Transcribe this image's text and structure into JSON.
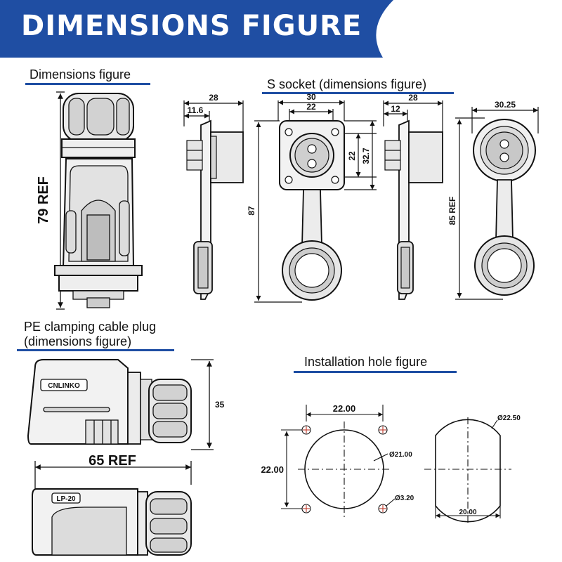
{
  "header": {
    "title": "DIMENSIONS FIGURE",
    "bg_color": "#1f4ea3"
  },
  "sections": {
    "plug": "Dimensions figure",
    "socket": "S socket (dimensions figure)",
    "pe_line1": "PE clamping cable plug",
    "pe_line2": "(dimensions figure)",
    "install": "Installation hole figure"
  },
  "dims": {
    "plug_height": "79 REF",
    "side_width": "28",
    "side_flange": "11.6",
    "front_width": "30",
    "front_inner": "22",
    "front_inner_v": "22",
    "front_outer_v": "32.7",
    "total_height": "87",
    "side2_width": "28",
    "side2_flange": "12",
    "round_width": "30.25",
    "round_height": "85 REF",
    "cable_height": "35",
    "cable_length": "65 REF",
    "hole_spacing_h": "22.00",
    "hole_spacing_v": "22.00",
    "hole_center": "Ø21.00",
    "hole_small": "Ø3.20",
    "hole_round": "Ø22.50",
    "hole_flat": "20.00"
  },
  "product_marks": {
    "brand": "CNLINKO",
    "model": "LP-20"
  }
}
